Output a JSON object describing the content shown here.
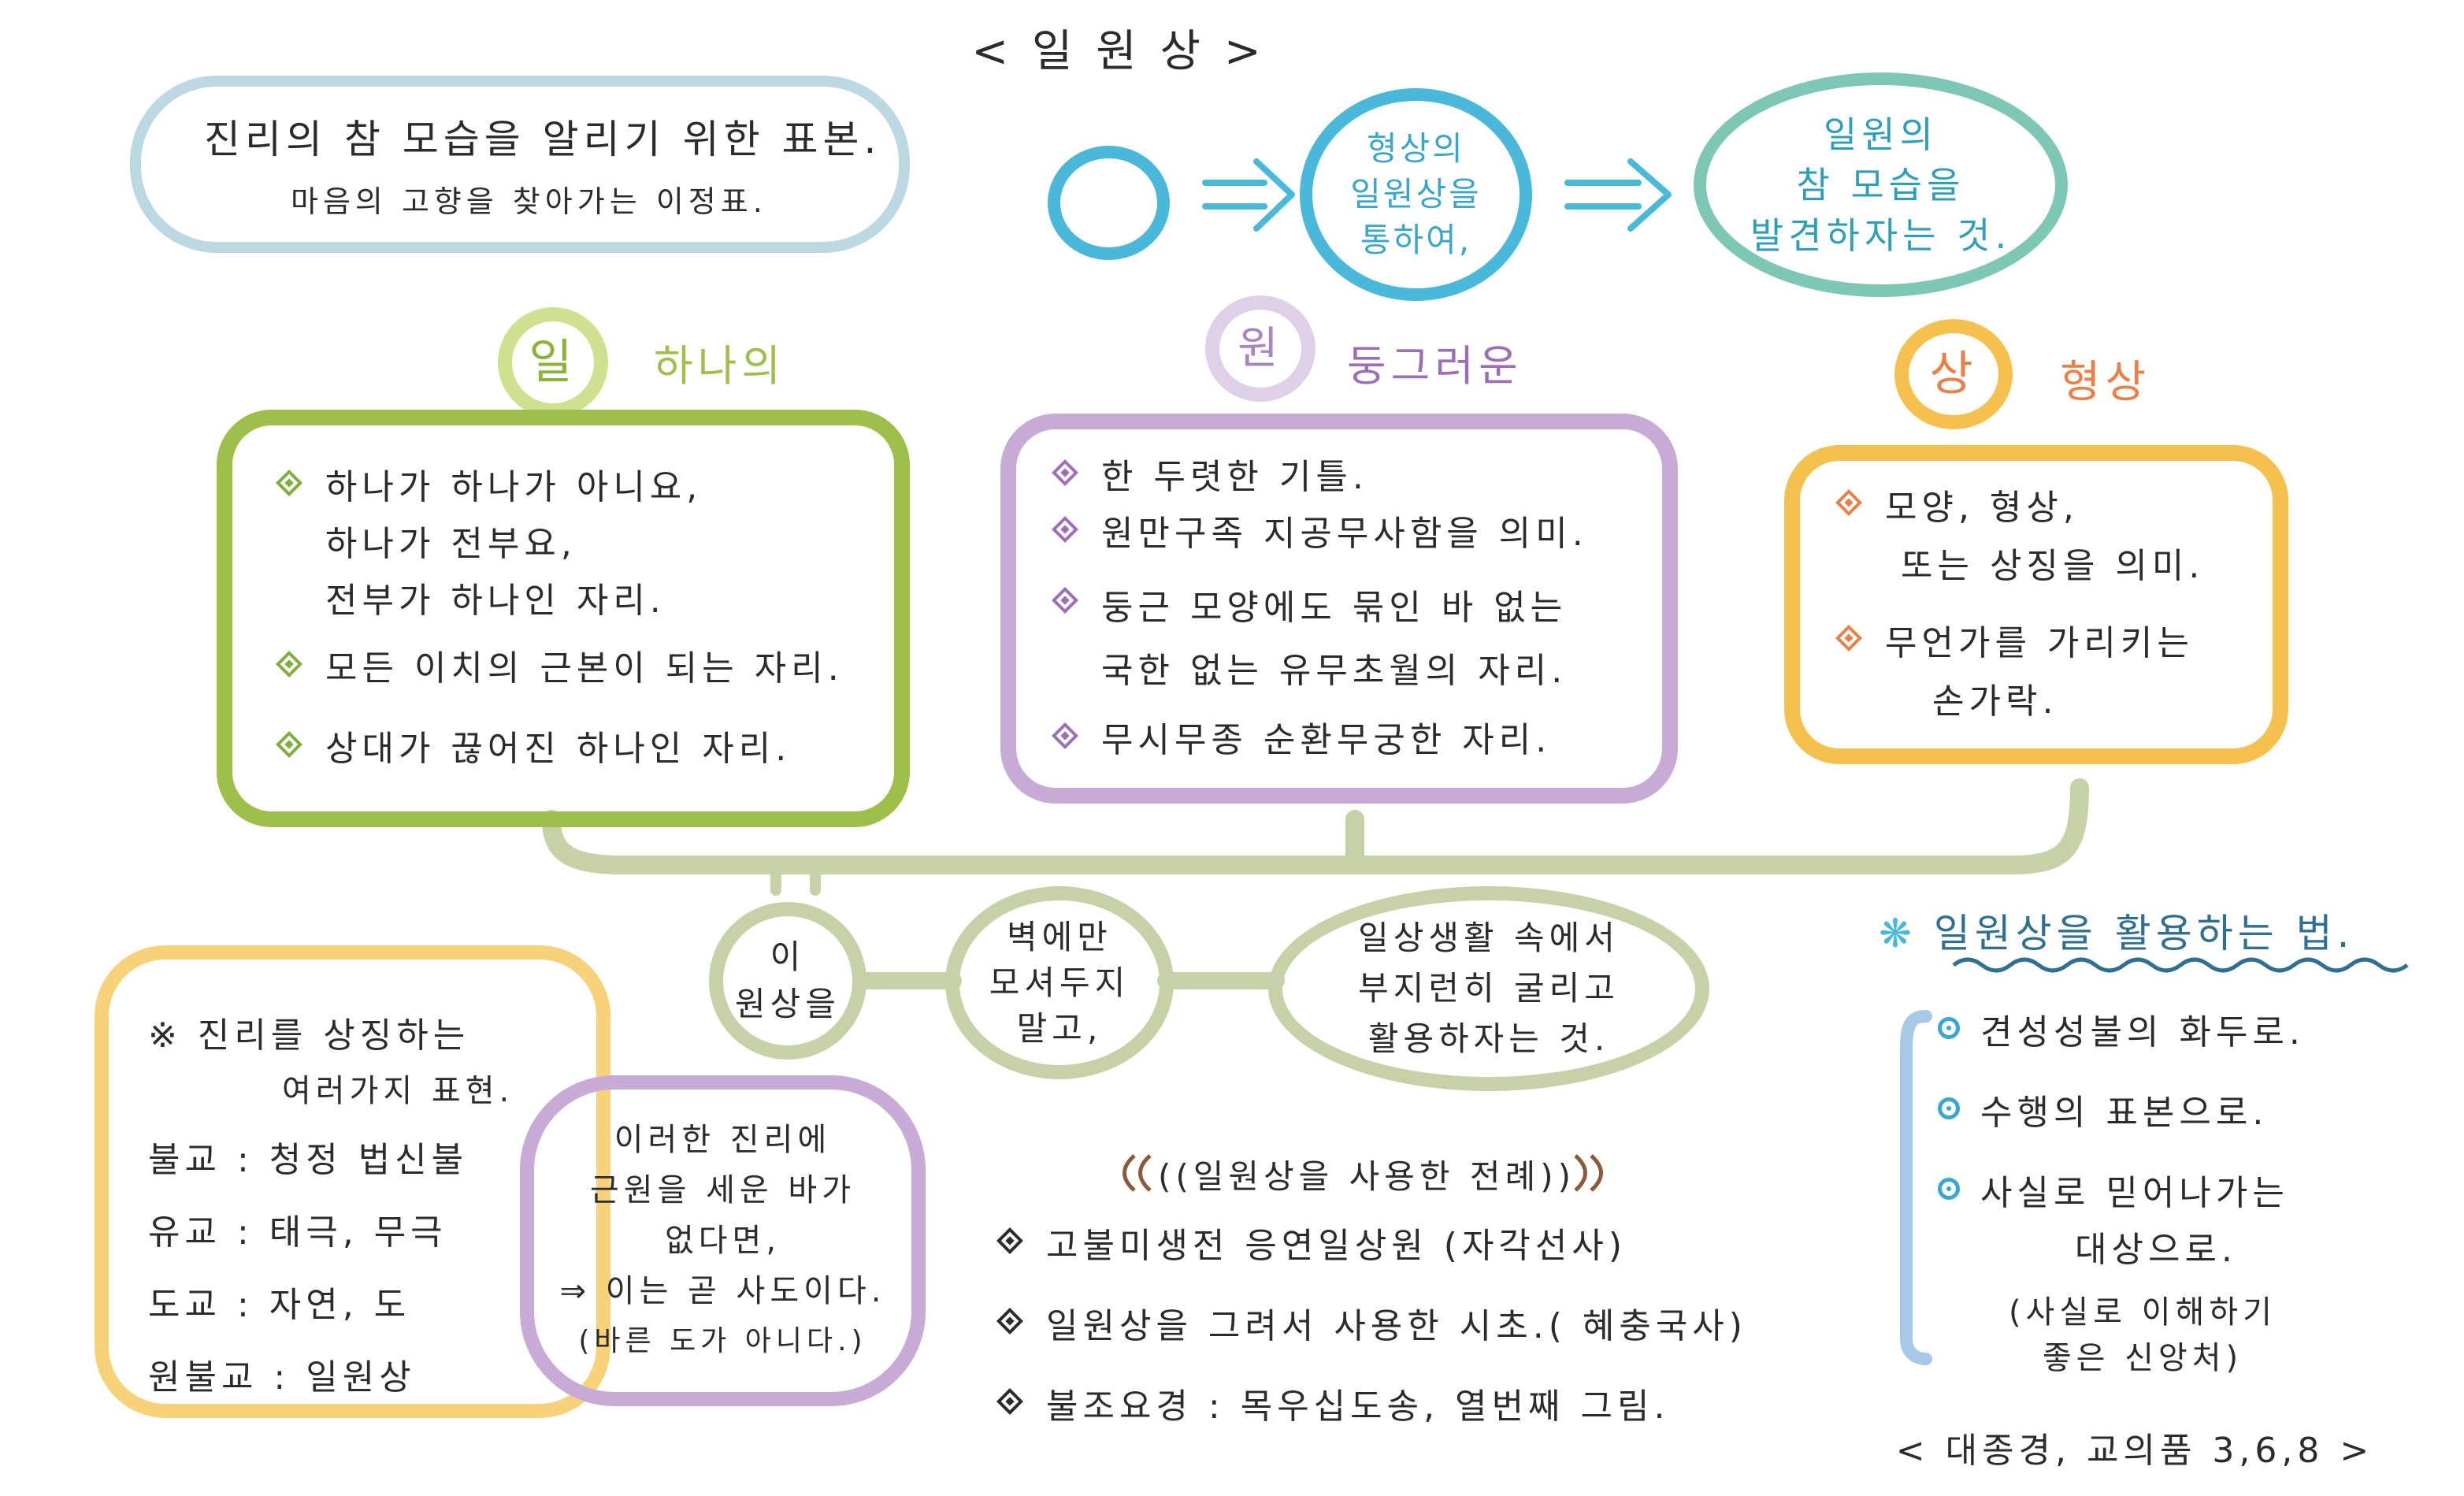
{
  "title": "< 일 원 상 >",
  "intro": {
    "line1": "진리의  참 모습을  알리기 위한 표본.",
    "line2": "마음의 고향을 찾아가는 이정표."
  },
  "flow": {
    "step1": [
      "형상의",
      "일원상을",
      "통하여,"
    ],
    "step2": [
      "일원의",
      "참 모습을",
      "발견하자는 것."
    ]
  },
  "colors": {
    "green": "#9ec04a",
    "purple": "#c7abd6",
    "orange": "#f4c04e",
    "teal": "#7fc7b5",
    "blue": "#4ab8d8",
    "paleblue": "#bcd9e3",
    "olive": "#c8d0a8",
    "brown": "#8a5a3a"
  },
  "sections": [
    {
      "badge": "일",
      "heading": "하나의",
      "items": [
        [
          "하나가 하나가 아니요,",
          "하나가 전부요,",
          "전부가 하나인 자리."
        ],
        [
          "모든 이치의 근본이 되는 자리."
        ],
        [
          "상대가 끊어진  하나인 자리."
        ]
      ]
    },
    {
      "badge": "원",
      "heading": "둥그러운",
      "items": [
        [
          "한 두렷한 기틀."
        ],
        [
          "원만구족 지공무사함을 의미."
        ],
        [
          "둥근 모양에도 묶인 바 없는",
          "국한 없는 유무초월의 자리."
        ],
        [
          "무시무종 순환무궁한 자리."
        ]
      ]
    },
    {
      "badge": "상",
      "heading": "형상",
      "items": [
        [
          "모양, 형상,",
          "또는 상징을 의미."
        ],
        [
          "무언가를 가리키는",
          "손가락."
        ]
      ]
    }
  ],
  "chain": {
    "node1": [
      "이",
      "원상을"
    ],
    "node2": [
      "벽에만",
      "모셔두지",
      "말고,"
    ],
    "node3": [
      "일상생활 속에서",
      "부지런히 굴리고",
      "활용하자는 것."
    ]
  },
  "symbols": {
    "title1": "※ 진리를 상징하는",
    "title2": "여러가지 표현.",
    "rows": [
      "불교 : 청정 법신불",
      "유교 : 태극, 무극",
      "도교 : 자연, 도",
      "원불교 : 일원상"
    ]
  },
  "warning": {
    "lines": [
      "이러한 진리에",
      "근원을 세운 바가",
      "없다면,",
      "⇒ 이는 곧 사도이다.",
      "(바른 도가 아니다.)"
    ]
  },
  "examples": {
    "title": "((일원상을 사용한 전례))",
    "items": [
      "고불미생전  응연일상원 (자각선사)",
      "일원상을 그려서 사용한 시초.( 혜충국사)",
      "불조요경 : 목우십도송, 열번째 그림."
    ]
  },
  "usage": {
    "title": "일원상을 활용하는 법.",
    "items": [
      [
        "견성성불의 화두로."
      ],
      [
        "수행의 표본으로."
      ],
      [
        "사실로 믿어나가는",
        "대상으로."
      ]
    ],
    "note": [
      "(사실로 이해하기",
      "좋은 신앙처)"
    ]
  },
  "reference": "< 대종경, 교의품 3,6,8 >"
}
